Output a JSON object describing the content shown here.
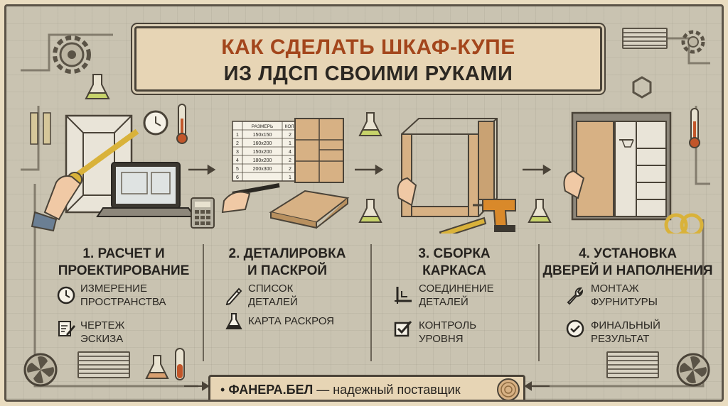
{
  "title": {
    "line1": "КАК СДЕЛАТЬ ШКАФ-КУПЕ",
    "line2": "ИЗ ЛДСП СВОИМИ РУКАМИ"
  },
  "steps": [
    {
      "heading_line1": "1. РАСЧЕТ И",
      "heading_line2": "ПРОЕКТИРОВАНИЕ",
      "items": [
        {
          "icon": "clock-icon",
          "line1": "ИЗМЕРЕНИЕ",
          "line2": "ПРОСТРАНСТВА"
        },
        {
          "icon": "pencil-sheet-icon",
          "line1": "ЧЕРТЕЖ",
          "line2": "ЭСКИЗА"
        }
      ]
    },
    {
      "heading_line1": "2. ДЕТАЛИРОВКА",
      "heading_line2": "И ПАСКРОЙ",
      "items": [
        {
          "icon": "pen-icon",
          "line1": "СПИСОК",
          "line2": "ДЕТАЛЕЙ"
        },
        {
          "icon": "flask-icon",
          "line1": "КАРТА РАСКРОЯ",
          "line2": ""
        }
      ]
    },
    {
      "heading_line1": "3. СБОРКА",
      "heading_line2": "КАРКАСА",
      "items": [
        {
          "icon": "corner-joint-icon",
          "line1": "СОЕДИНЕНИЕ",
          "line2": "ДЕТАЛЕЙ"
        },
        {
          "icon": "checkbox-icon",
          "line1": "КОНТРОЛЬ",
          "line2": "УРОВНЯ"
        }
      ]
    },
    {
      "heading_line1": "4. УСТАНОВКА",
      "heading_line2": "ДВЕРЕЙ И НАПОЛНЕНИЯ",
      "items": [
        {
          "icon": "wrench-icon",
          "line1": "МОНТАЖ",
          "line2": "ФУРНИТУРЫ"
        },
        {
          "icon": "check-circle-icon",
          "line1": "ФИНАЛЬНЫЙ",
          "line2": "РЕЗУЛЬТАТ"
        }
      ]
    }
  ],
  "cut_table": {
    "headers": [
      "",
      "РАЗМЕРЬ",
      "КОЛ."
    ],
    "rows": [
      [
        "1",
        "150x150",
        "2"
      ],
      [
        "2",
        "160x200",
        "1"
      ],
      [
        "3",
        "150x200",
        "4"
      ],
      [
        "4",
        "180x200",
        "2"
      ],
      [
        "5",
        "200x300",
        "2"
      ],
      [
        "6",
        "",
        "1"
      ]
    ]
  },
  "footer": {
    "brand": "ФАНЕРА.БЕЛ",
    "tagline": " — надежный поставщик"
  },
  "colors": {
    "title_accent": "#a3461c",
    "background": "#c9c3b1",
    "panel": "#e7d5b5",
    "wood": "#d7b184",
    "ink": "#2c2822"
  }
}
